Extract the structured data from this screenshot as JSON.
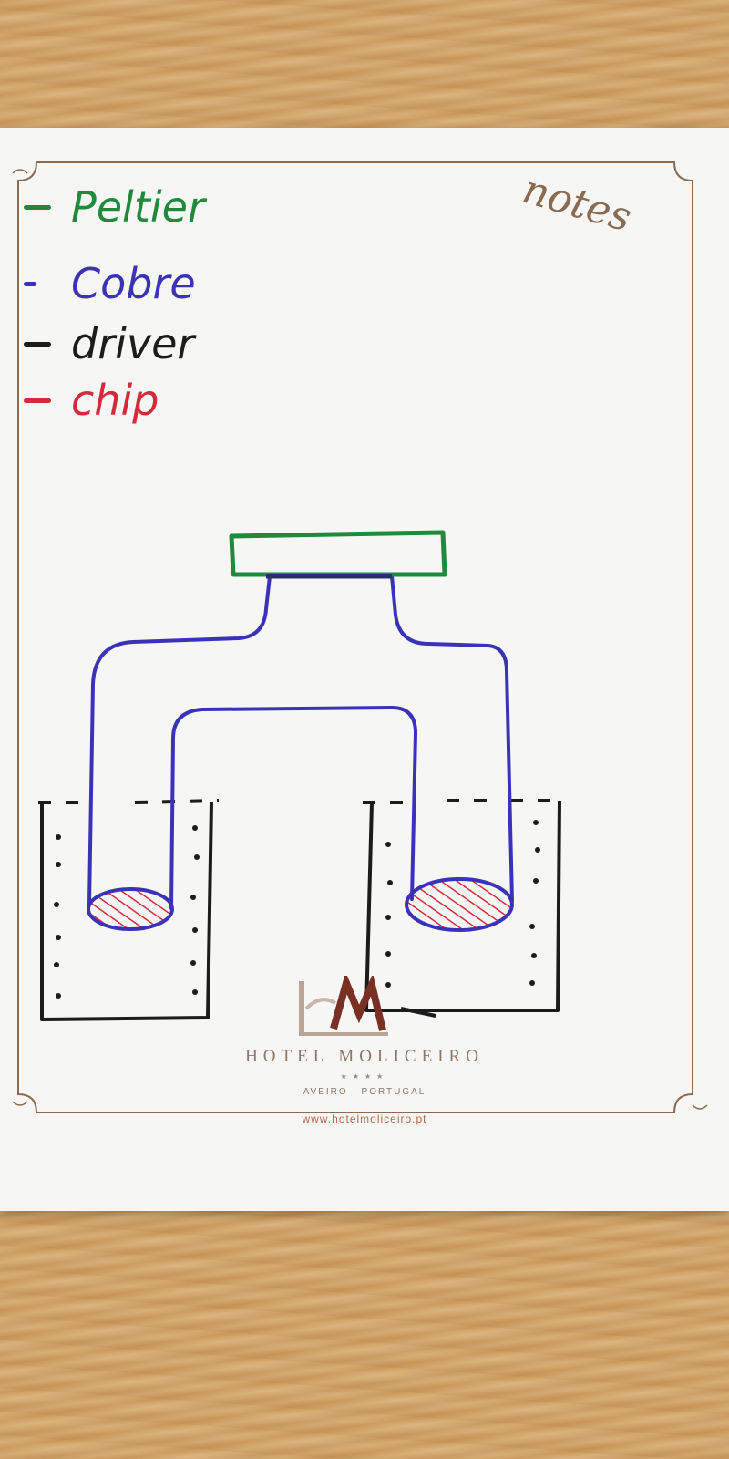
{
  "card": {
    "header": "notes",
    "hotel": {
      "name": "HOTEL MOLICEIRO",
      "stars": "★★★★",
      "location": "AVEIRO · PORTUGAL",
      "url": "www.hotelmoliceiro.pt"
    }
  },
  "legend": [
    {
      "label": "Peltier",
      "color": "#1f8a3c"
    },
    {
      "label": "Cobre",
      "color": "#3a33b8"
    },
    {
      "label": "driver",
      "color": "#1c1c1c"
    },
    {
      "label": "chip",
      "color": "#d62a3a"
    }
  ],
  "colors": {
    "peltier": "#1f8a3c",
    "cobre": "#3a33b8",
    "driver": "#1c1c1c",
    "chip": "#d62a3a",
    "frame": "#8a6a50"
  }
}
